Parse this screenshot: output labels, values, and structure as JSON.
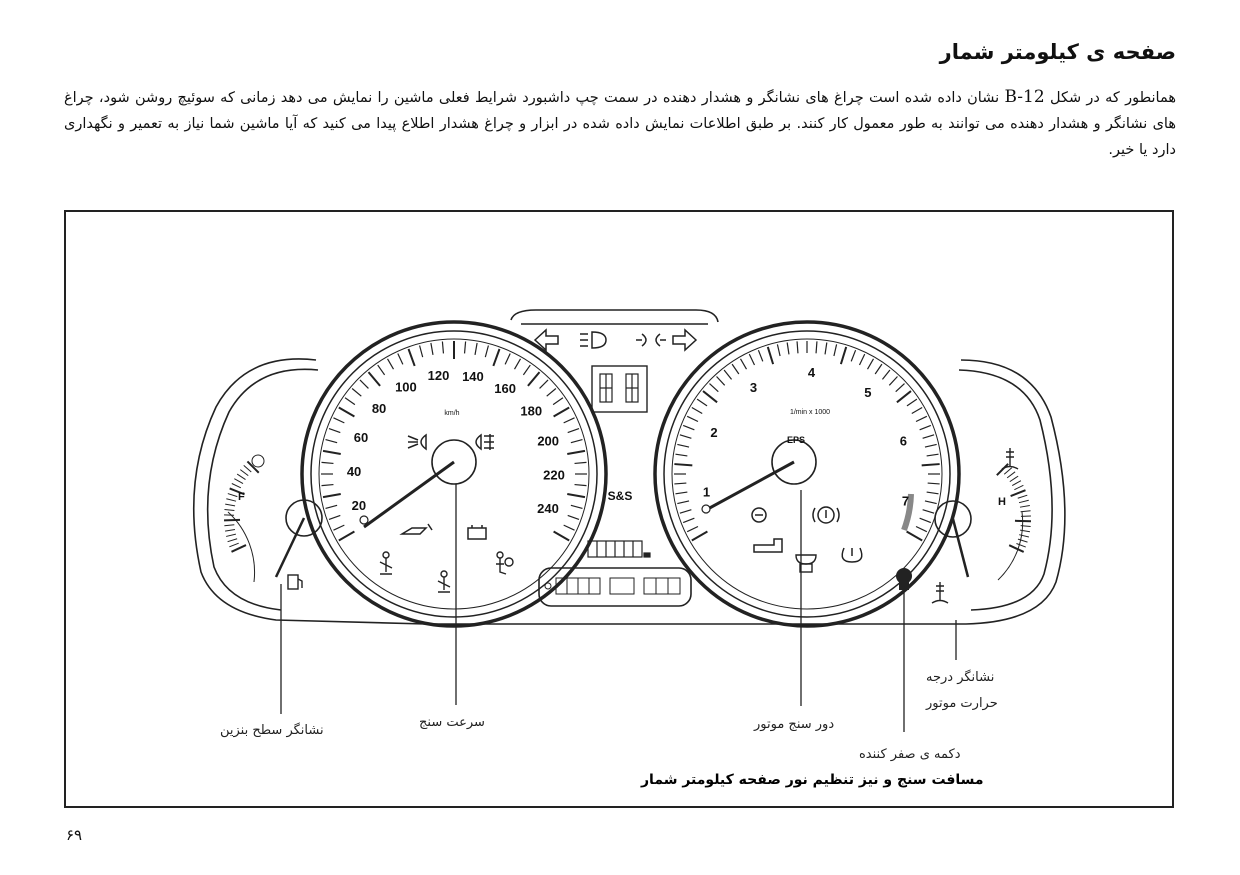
{
  "page": {
    "heading": "صفحه ی کیلومتر شمار",
    "paragraph_part1": "همانطور که در شکل",
    "figure_ref": "B-12",
    "paragraph_part2": "نشان داده شده است چراغ های نشانگر و هشدار دهنده در سمت چپ داشبورد شرایط فعلی ماشین را نمایش می دهد زمانی که سوئیچ روشن شود، چراغ های نشانگر و هشدار دهنده می توانند به طور معمول کار کنند. بر طبق اطلاعات نمایش داده شده در ابزار و چراغ هشدار اطلاع پیدا می کنید که آیا ماشین شما نیاز به تعمیر و نگهداری دارد یا خیر.",
    "page_number": "۶۹"
  },
  "figure": {
    "callouts": {
      "fuel": "نشانگر سطح بنزین",
      "speedometer": "سرعت سنج",
      "tachometer": "دور سنج موتور",
      "temp_line1": "نشانگر درجه",
      "temp_line2": "حرارت موتور",
      "reset_line1": "دکمه ی صفر کننده",
      "reset_line2": "مسافت سنج و نیز تنظیم نور صفحه کیلومتر شمار"
    },
    "speedometer": {
      "unit": "km/h",
      "ticks": [
        "20",
        "40",
        "60",
        "80",
        "100",
        "120",
        "140",
        "160",
        "180",
        "200",
        "220",
        "240"
      ]
    },
    "tachometer": {
      "unit": "1/min x 1000",
      "sub_label": "EPS",
      "ticks": [
        "1",
        "2",
        "3",
        "4",
        "5",
        "6",
        "7"
      ]
    },
    "fuel_gauge": {
      "full": "F"
    },
    "temp_gauge": {
      "hot": "H"
    },
    "center": {
      "brand": "S&S"
    },
    "icons": [
      "left-turn-icon",
      "high-beam-icon",
      "parking-light-icon",
      "right-turn-icon",
      "fog-light-icon",
      "rear-fog-icon",
      "oil-pressure-icon",
      "battery-icon",
      "seatbelt-icon",
      "airbag-icon",
      "abs-icon",
      "engine-icon",
      "brake-icon",
      "fuel-pump-icon",
      "coolant-icon",
      "trip-reset-knob-icon"
    ]
  }
}
